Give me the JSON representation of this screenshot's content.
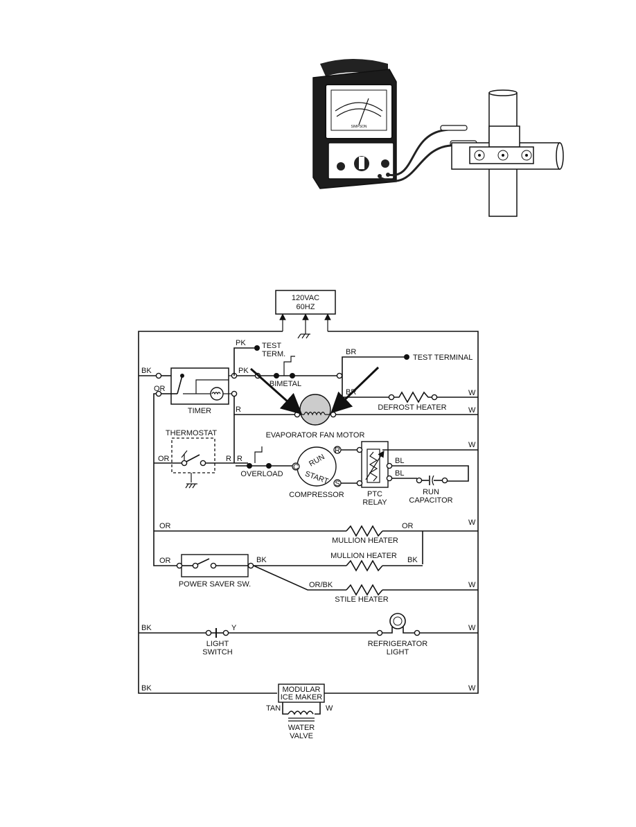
{
  "power": {
    "line1": "120VAC",
    "line2": "60HZ"
  },
  "meter": {
    "brand": "SIMPSON"
  },
  "wires": {
    "bk": "BK",
    "or": "OR",
    "pk": "PK",
    "br": "BR",
    "r": "R",
    "w": "W",
    "bl": "BL",
    "y": "Y",
    "tan": "TAN",
    "orbk": "OR/BK"
  },
  "labels": {
    "test_term_1": "TEST",
    "test_term_2": "TERM.",
    "test_terminal": "TEST TERMINAL",
    "bimetal": "BIMETAL",
    "timer": "TIMER",
    "defrost_heater": "DEFROST HEATER",
    "evap_fan_motor": "EVAPORATOR FAN MOTOR",
    "thermostat": "THERMOSTAT",
    "overload": "OVERLOAD",
    "run": "RUN",
    "start": "START",
    "c": "C",
    "rterm": "R",
    "sterm": "S",
    "compressor": "COMPRESSOR",
    "ptc_1": "PTC",
    "ptc_2": "RELAY",
    "run_cap_1": "RUN",
    "run_cap_2": "CAPACITOR",
    "mullion_heater": "MULLION HEATER",
    "power_saver": "POWER SAVER SW.",
    "stile_heater": "STILE HEATER",
    "light_switch_1": "LIGHT",
    "light_switch_2": "SWITCH",
    "fridge_light_1": "REFRIGERATOR",
    "fridge_light_2": "LIGHT",
    "ice_maker_1": "MODULAR",
    "ice_maker_2": "ICE MAKER",
    "water_valve_1": "WATER",
    "water_valve_2": "VALVE"
  }
}
